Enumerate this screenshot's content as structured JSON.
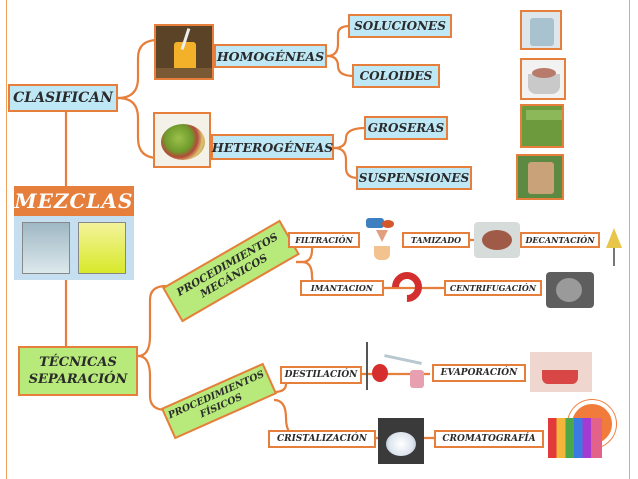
{
  "nodes": {
    "clasifican": "CLASIFICAN",
    "homogeneas": "HOMOGÉNEAS",
    "heterogeneas": "HETEROGÉNEAS",
    "soluciones": "SOLUCIONES",
    "coloides": "COLOIDES",
    "groseras": "GROSERAS",
    "suspensiones": "SUSPENSIONES",
    "mezclas": "MEZCLAS",
    "tecnicas_line1": "TÉCNICAS",
    "tecnicas_line2": "SEPARACIÓN",
    "proc_mecanicos_line1": "PROCEDIMIENTOS",
    "proc_mecanicos_line2": "MECÁNICOS",
    "proc_fisicos_line1": "PROCEDIMIENTOS",
    "proc_fisicos_line2": "FÍSICOS",
    "filtracion": "FILTRACIÓN",
    "tamizado": "TAMIZADO",
    "decantacion": "DECANTACIÓN",
    "imantacion": "IMANTACION",
    "centrifugacion": "CENTRIFUGACIÓN",
    "destilacion": "DESTILACIÓN",
    "evaporacion": "EVAPORACIÓN",
    "cristalizacion": "CRISTALIZACIÓN",
    "cromatografia": "CROMATOGRAFÍA"
  },
  "colors": {
    "connector": "#e67e3c",
    "blue_box": "#bfe8f7",
    "green_box": "#b7ea7a",
    "mezclas_banner": "#e67e3c",
    "deco_circle": "#f07b3a"
  }
}
